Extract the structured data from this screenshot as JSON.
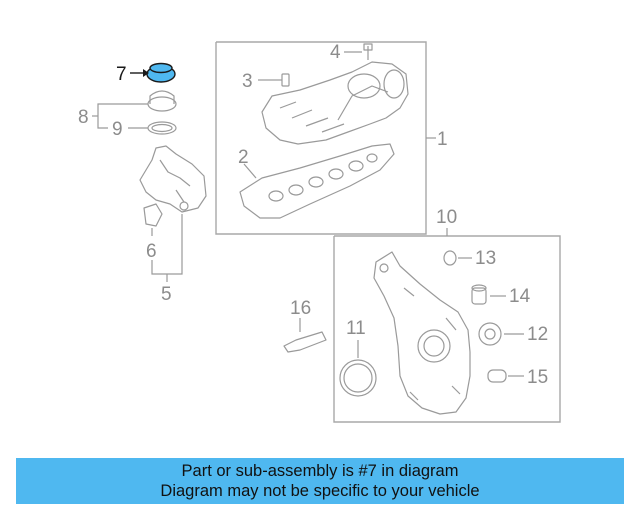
{
  "diagram": {
    "callouts": [
      {
        "num": "1"
      },
      {
        "num": "2"
      },
      {
        "num": "3"
      },
      {
        "num": "4"
      },
      {
        "num": "5"
      },
      {
        "num": "6"
      },
      {
        "num": "7"
      },
      {
        "num": "8"
      },
      {
        "num": "9"
      },
      {
        "num": "10"
      },
      {
        "num": "11"
      },
      {
        "num": "12"
      },
      {
        "num": "13"
      },
      {
        "num": "14"
      },
      {
        "num": "15"
      },
      {
        "num": "16"
      }
    ],
    "highlighted_part": "7",
    "highlight_color": "#4fb8f0"
  },
  "banner": {
    "line1": "Part or sub-assembly is #7 in diagram",
    "line2": "Diagram may not be specific to your vehicle",
    "background": "#4fb8f0"
  }
}
